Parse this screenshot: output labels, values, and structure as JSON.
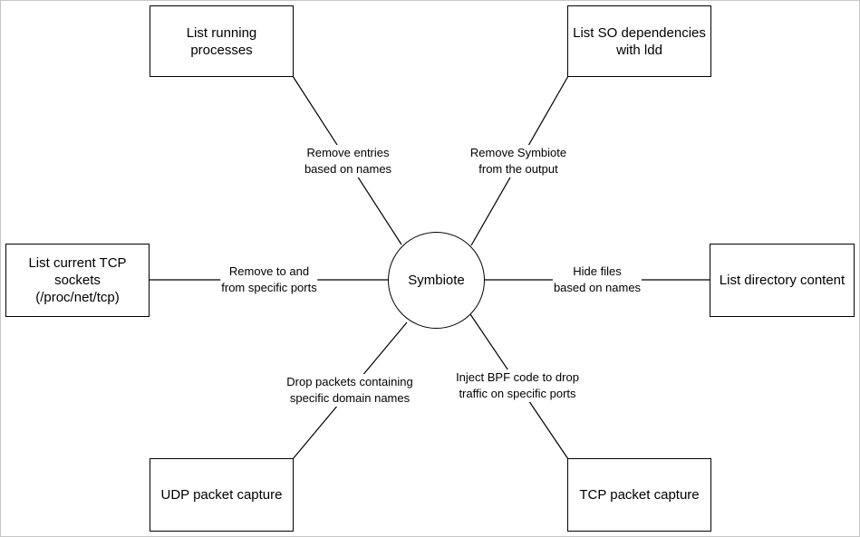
{
  "diagram": {
    "center": {
      "label": "Symbiote"
    },
    "nodes": {
      "processes": {
        "label": "List running\nprocesses"
      },
      "ldd": {
        "label": "List SO dependencies\nwith ldd"
      },
      "tcp_sockets": {
        "label": "List current TCP\nsockets\n(/proc/net/tcp)"
      },
      "directory": {
        "label": "List directory content"
      },
      "udp_capture": {
        "label": "UDP packet capture"
      },
      "tcp_capture": {
        "label": "TCP packet capture"
      }
    },
    "edges": {
      "processes": {
        "label": "Remove entries\nbased on names"
      },
      "ldd": {
        "label": "Remove Symbiote\nfrom the output"
      },
      "tcp_sockets": {
        "label": "Remove to and\nfrom specific ports"
      },
      "directory": {
        "label": "Hide files\nbased on names"
      },
      "udp_capture": {
        "label": "Drop packets containing\nspecific domain names"
      },
      "tcp_capture": {
        "label": "Inject BPF code to drop\ntraffic on specific ports"
      }
    }
  }
}
